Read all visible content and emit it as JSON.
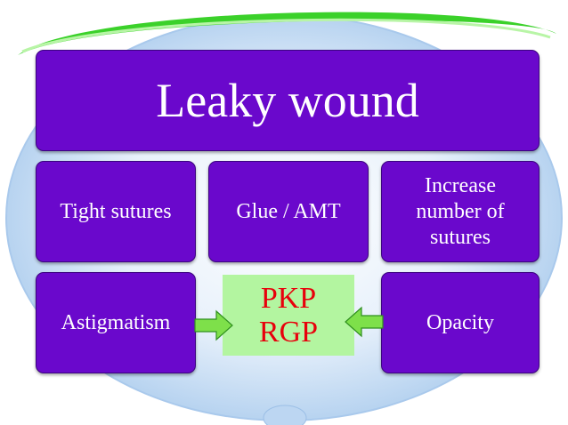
{
  "title": "Leaky wound",
  "row1": {
    "left": "Tight sutures",
    "middle": "Glue / AMT",
    "right_lines": [
      "Increase",
      "number of",
      "sutures"
    ]
  },
  "row2": {
    "left": "Astigmatism",
    "right": "Opacity"
  },
  "center": {
    "line1": "PKP",
    "line2": "RGP"
  },
  "colors": {
    "box_purple": "#6a08cc",
    "center_green": "#b3f5a0",
    "center_text_red": "#e8000c",
    "arrow_green": "#7ee04a",
    "swoosh_green": "#3bd12a",
    "background_blue": "#cfe3f7"
  }
}
